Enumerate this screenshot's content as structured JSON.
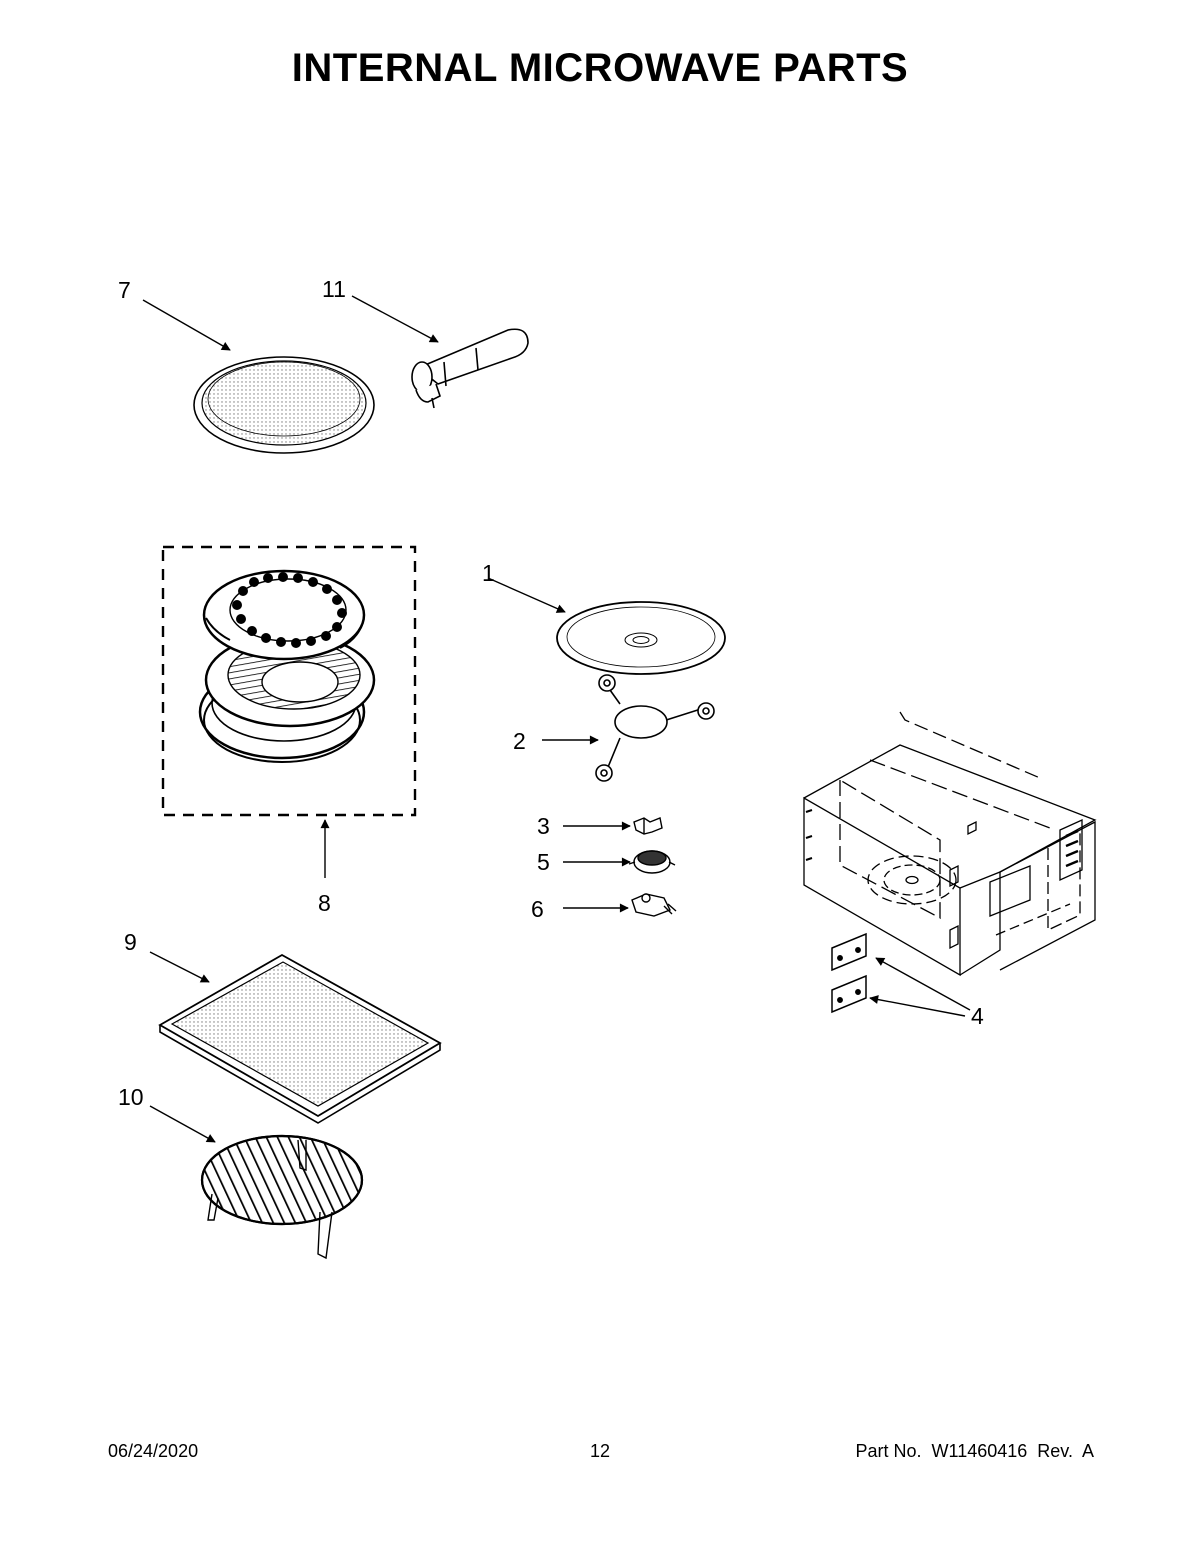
{
  "page": {
    "title": "INTERNAL MICROWAVE PARTS"
  },
  "callouts": [
    "1",
    "2",
    "3",
    "4",
    "5",
    "6",
    "7",
    "8",
    "9",
    "10",
    "11"
  ],
  "footer": {
    "date": "06/24/2020",
    "page_number": "12",
    "part_number": "Part No.  W11460416  Rev.  A"
  }
}
